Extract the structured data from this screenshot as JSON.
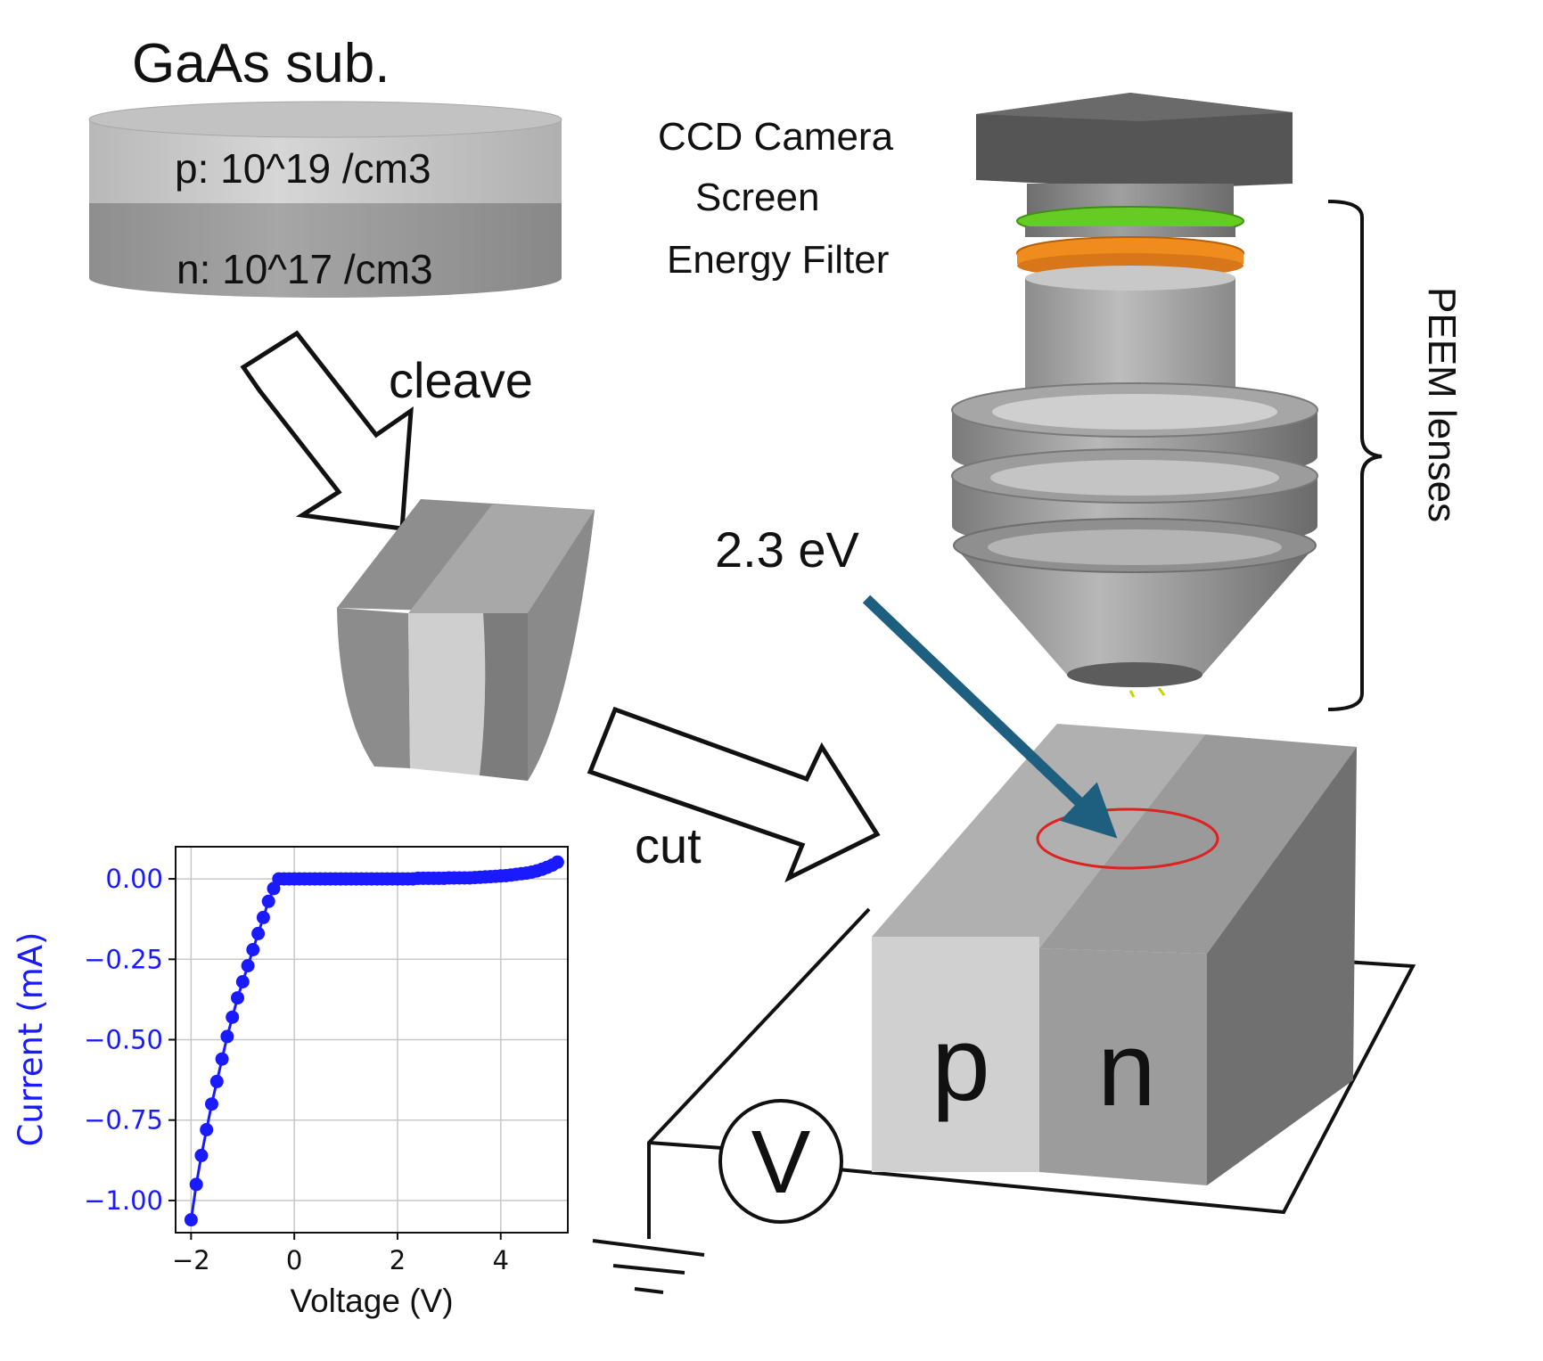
{
  "labels": {
    "substrate_title": "GaAs sub.",
    "p_layer": "p: 10^19 /cm3",
    "n_layer": "n: 10^17 /cm3",
    "cleave": "cleave",
    "cut": "cut",
    "ccd_camera": "CCD Camera",
    "screen": "Screen",
    "energy_filter": "Energy Filter",
    "peem_lenses": "PEEM lenses",
    "photon_energy": "2.3 eV",
    "p_region": "p",
    "n_region": "n",
    "voltmeter": "V"
  },
  "colors": {
    "screen_ring": "#66cc22",
    "filter_ring": "#f08c1e",
    "light_beam": "#1e5f80",
    "probe_circle": "#dd2222",
    "curve": "#1a1aff"
  },
  "chart_data": {
    "type": "scatter",
    "xlabel": "Voltage (V)",
    "ylabel": "Current (mA)",
    "xlim": [
      -2.3,
      5.3
    ],
    "ylim": [
      -1.1,
      0.1
    ],
    "xticks": [
      "−2",
      "0",
      "2",
      "4"
    ],
    "xtick_values": [
      -2,
      0,
      2,
      4
    ],
    "yticks": [
      "0.00",
      "−0.25",
      "−0.50",
      "−0.75",
      "−1.00"
    ],
    "ytick_values": [
      0.0,
      -0.25,
      -0.5,
      -0.75,
      -1.0
    ],
    "grid": true,
    "series": [
      {
        "x": [
          -2.0,
          -1.9,
          -1.8,
          -1.7,
          -1.6,
          -1.5,
          -1.4,
          -1.3,
          -1.2,
          -1.1,
          -1.0,
          -0.9,
          -0.8,
          -0.7,
          -0.6,
          -0.5,
          -0.4,
          -0.3,
          -0.2,
          -0.1,
          0.0,
          0.1,
          0.2,
          0.3,
          0.4,
          0.5,
          0.6,
          0.7,
          0.8,
          0.9,
          1.0,
          1.1,
          1.2,
          1.3,
          1.4,
          1.5,
          1.6,
          1.7,
          1.8,
          1.9,
          2.0,
          2.1,
          2.2,
          2.3,
          2.4,
          2.5,
          2.6,
          2.7,
          2.8,
          2.9,
          3.0,
          3.1,
          3.2,
          3.3,
          3.4,
          3.5,
          3.6,
          3.7,
          3.8,
          3.9,
          4.0,
          4.1,
          4.2,
          4.3,
          4.4,
          4.5,
          4.6,
          4.7,
          4.8,
          4.9,
          5.0,
          5.1
        ],
        "y": [
          -1.06,
          -0.95,
          -0.86,
          -0.78,
          -0.7,
          -0.63,
          -0.56,
          -0.49,
          -0.43,
          -0.37,
          -0.32,
          -0.27,
          -0.22,
          -0.17,
          -0.12,
          -0.07,
          -0.03,
          0.0,
          0.0,
          0.0,
          0.0,
          0.0,
          0.0,
          0.0,
          0.0,
          0.0,
          0.0,
          0.0,
          0.0,
          0.0,
          0.0,
          0.0,
          0.0,
          0.0,
          0.0,
          0.0,
          0.0,
          0.0,
          0.0,
          0.0,
          0.0,
          0.0,
          0.0,
          0.0,
          0.002,
          0.002,
          0.002,
          0.002,
          0.002,
          0.002,
          0.003,
          0.003,
          0.003,
          0.003,
          0.003,
          0.004,
          0.005,
          0.006,
          0.007,
          0.008,
          0.009,
          0.01,
          0.012,
          0.014,
          0.016,
          0.018,
          0.021,
          0.025,
          0.03,
          0.036,
          0.043,
          0.052
        ]
      }
    ]
  }
}
